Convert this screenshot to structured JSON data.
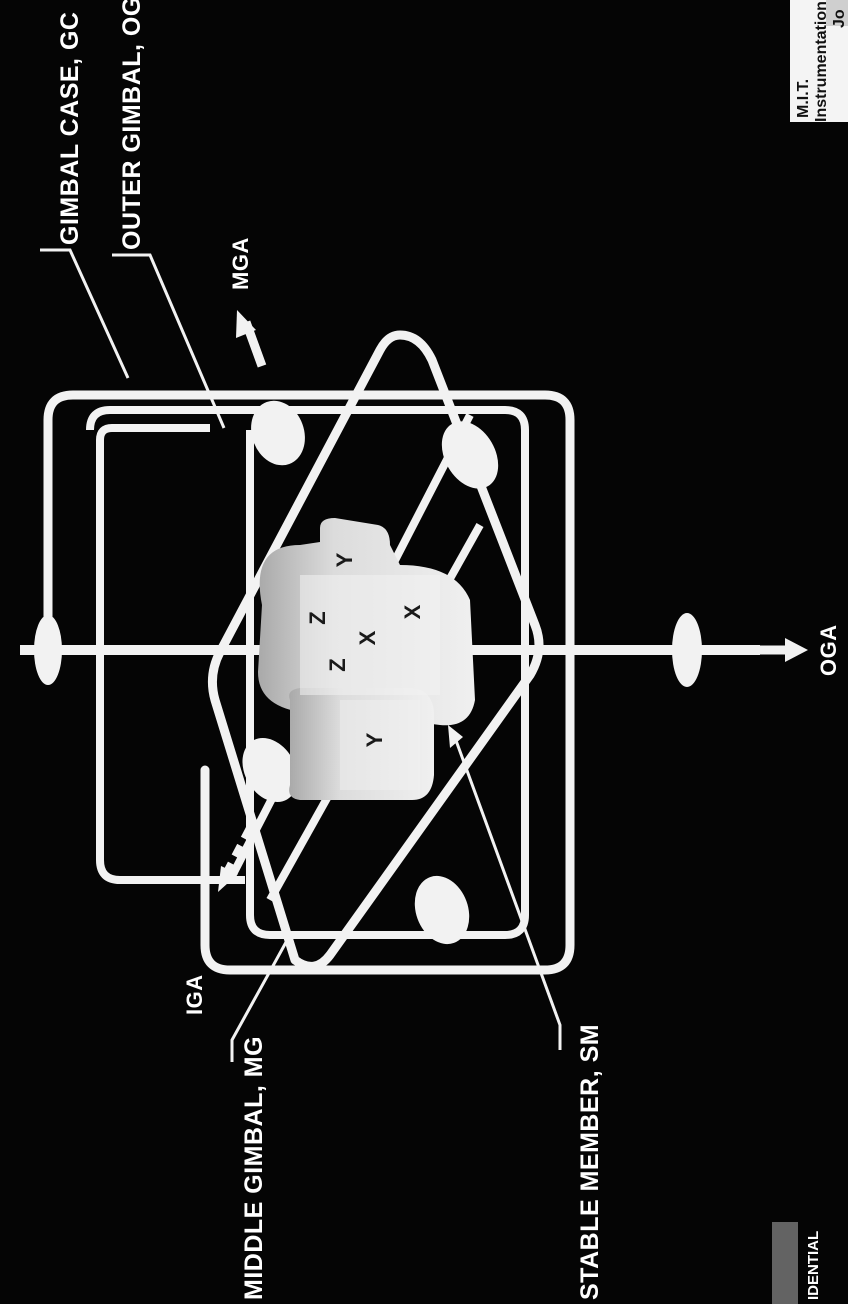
{
  "colors": {
    "background": "#050505",
    "line": "#f2f2f2",
    "instrument_fill": "#e6e6e6",
    "instrument_shade": "#bdbdbd",
    "glyph": "#1a1a1a"
  },
  "labels": {
    "gimbal_case": "GIMBAL CASE, GC",
    "outer_gimbal": "OUTER GIMBAL, OG",
    "middle_gimbal": "MIDDLE GIMBAL, MG",
    "stable_member": "STABLE MEMBER, SM",
    "mga": "MGA",
    "oga": "OGA",
    "iga": "IGA"
  },
  "instrument_markings": {
    "y_upper": "Y",
    "z_upper": "Z",
    "x_right": "X",
    "x_center": "X",
    "z_lower": "Z",
    "y_lower": "Y"
  },
  "title_block": {
    "line1": "M.I.T.",
    "line2": "Instrumentation L",
    "corner": "Jo"
  },
  "footer": {
    "classification": "IDENTIAL"
  }
}
